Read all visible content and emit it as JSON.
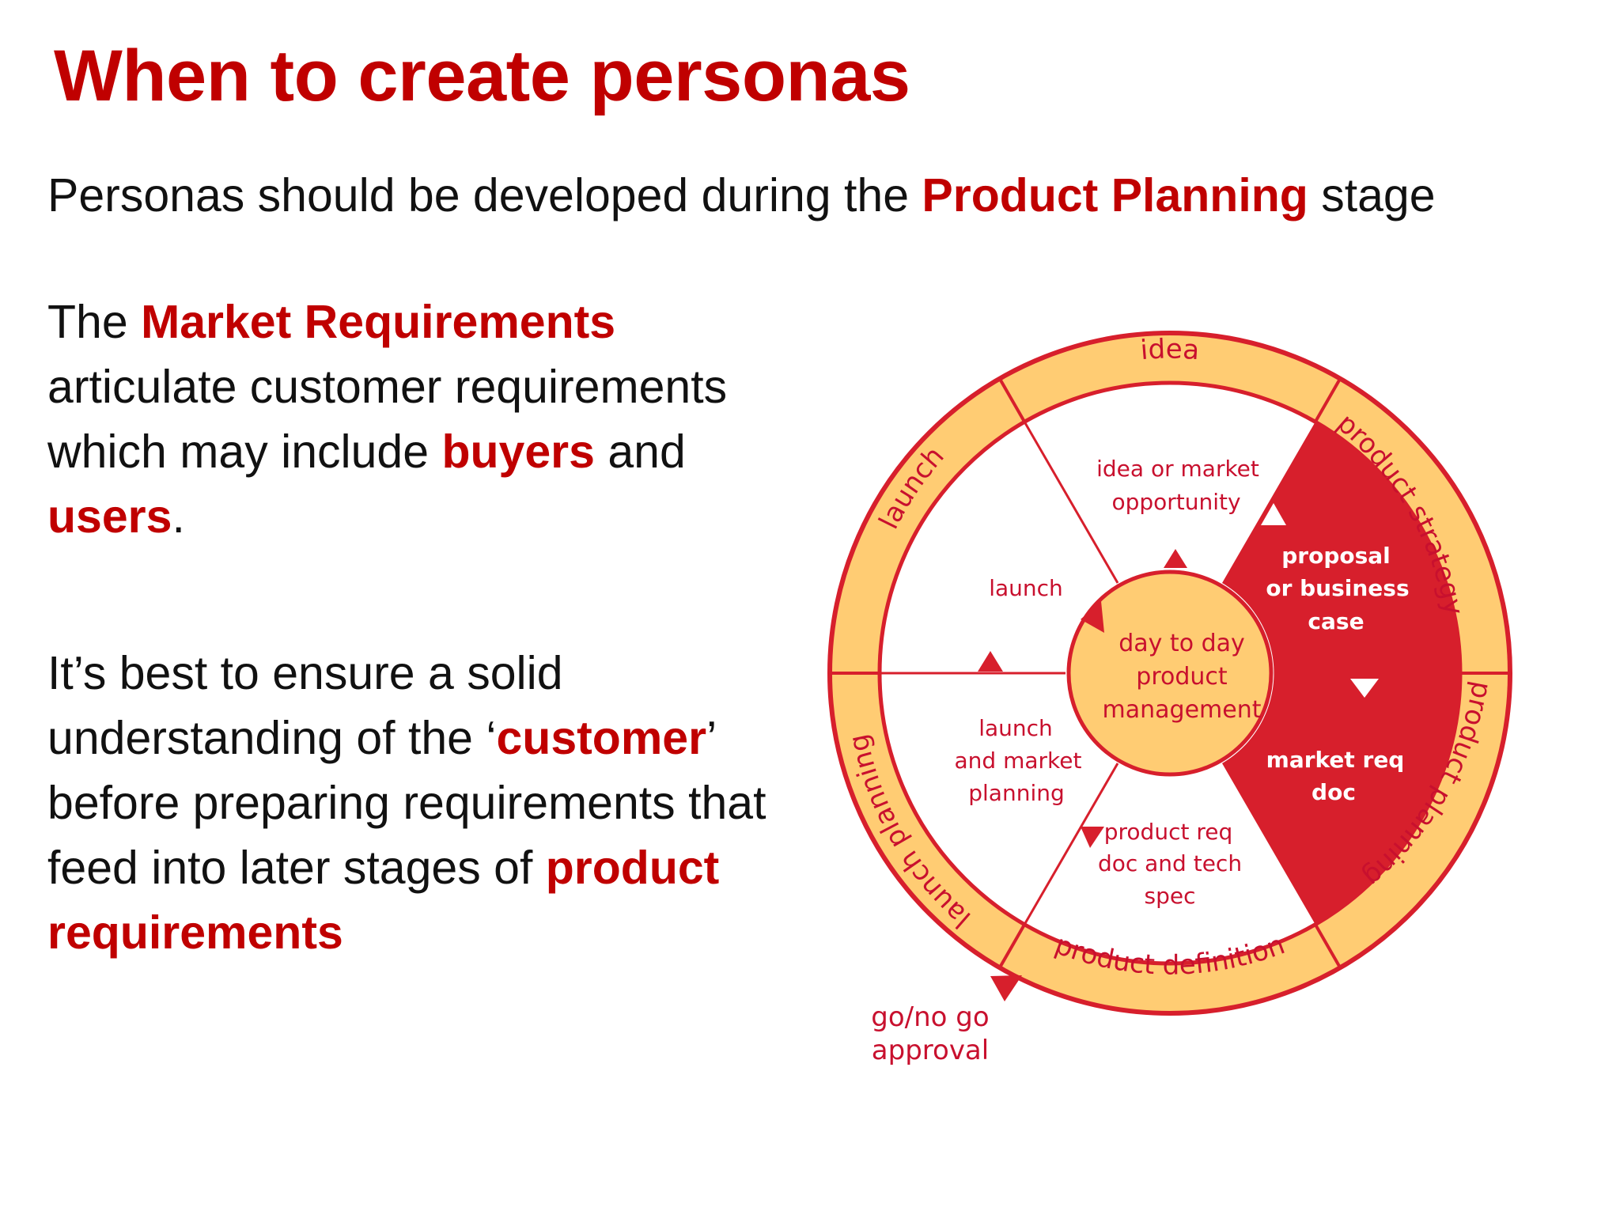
{
  "title": "When to create personas",
  "subtitle": {
    "before": "Personas should be developed during the ",
    "highlight": "Product Planning",
    "after": " stage"
  },
  "para1": {
    "p1": "The ",
    "h1": "Market Requirements",
    "p2": " articulate customer requirements which may include ",
    "h2": "buyers",
    "p3": " and ",
    "h3": "users",
    "p4": "."
  },
  "para2": {
    "p1": "It’s best to ensure a solid understanding of the ‘",
    "h1": "customer",
    "p2": "’ before preparing requirements that feed into later stages of ",
    "h2": "product requirements"
  },
  "diagram": {
    "outer_ring": {
      "idea": "idea",
      "product_strategy": "product strategy",
      "product_planning": "product planning",
      "product_definition": "product definition",
      "launch_planning": "launch planning",
      "launch": "launch"
    },
    "inner": {
      "idea_line1": "idea or market",
      "idea_line2": "opportunity",
      "proposal_line1": "proposal",
      "proposal_line2": "or business",
      "proposal_line3": "case",
      "market_line1": "market req",
      "market_line2": "doc",
      "prd_line1": "product req",
      "prd_line2": "doc and tech",
      "prd_line3": "spec",
      "launch_market_line1": "launch",
      "launch_market_line2": "and market",
      "launch_market_line3": "planning",
      "launch": "launch"
    },
    "center": {
      "line1": "day to day",
      "line2": "product",
      "line3": "management"
    },
    "go_no_go": {
      "line1": "go/no go",
      "line2": "approval"
    },
    "colors": {
      "ring_fill": "#ffcc73",
      "accent_red": "#d71f2c",
      "label_red": "#c8102e",
      "white": "#ffffff"
    }
  }
}
